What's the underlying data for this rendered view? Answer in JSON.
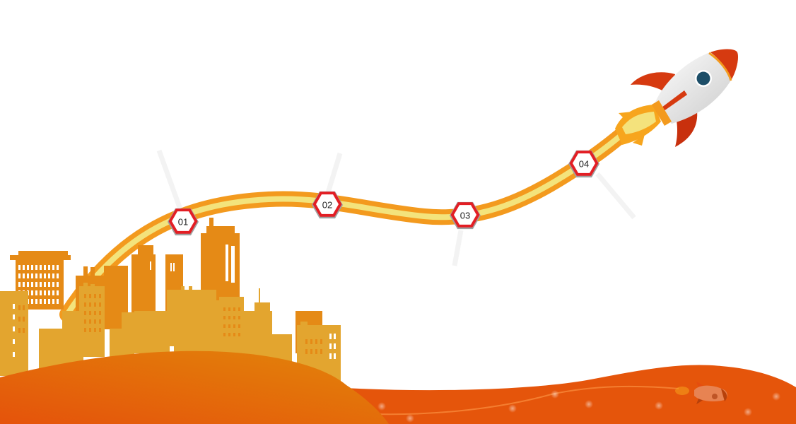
{
  "slide": {
    "theme": "rocket-roadmap",
    "colors": {
      "background": "#ffffff",
      "path_outer": "#f39a1e",
      "path_inner": "#f3e37c",
      "marker_border": "#e31e24",
      "marker_outline": "#a0a0a0",
      "marker_fill": "#ffffff",
      "city_front": "#e3a52f",
      "city_back": "#e58a16",
      "hill_left": "#e2680a",
      "hill_right": "#e5550b",
      "rocket_body": "#eeeeee",
      "rocket_fins": "#d63a10",
      "rocket_window": "#1d4e68",
      "flame": "#f7a51d",
      "flame_core": "#f4e27c",
      "guide_stripe": "#f2f2f2"
    }
  },
  "steps": [
    {
      "label": "01"
    },
    {
      "label": "02"
    },
    {
      "label": "03"
    },
    {
      "label": "04"
    }
  ]
}
